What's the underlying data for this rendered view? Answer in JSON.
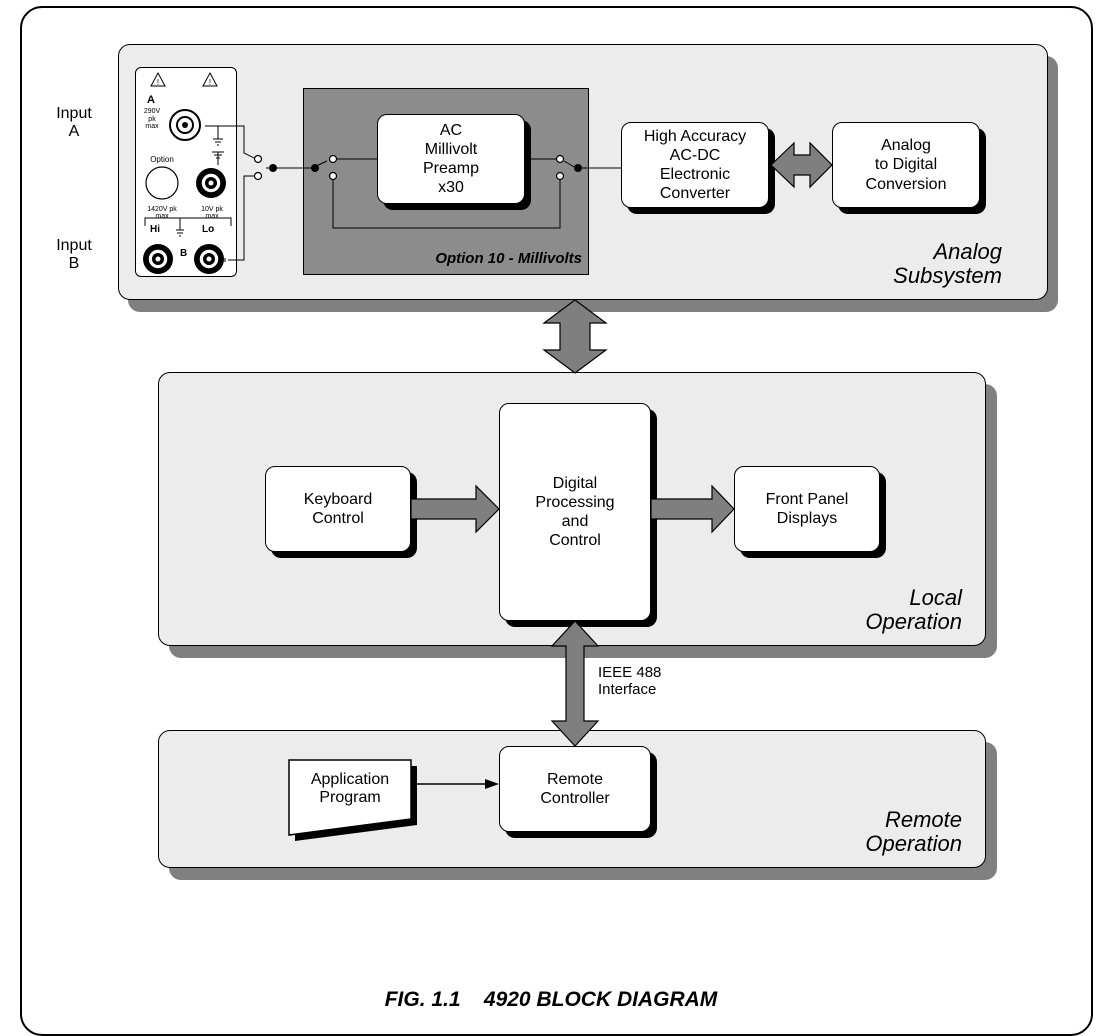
{
  "inputs": {
    "a": "Input\nA",
    "b": "Input\nB"
  },
  "front_panel": {
    "label_a": "A",
    "rating_a": "290V\npk\nmax",
    "option": "Option",
    "rating_hi": "1420V pk\nmax",
    "rating_lo": "10V pk\nmax",
    "hi": "Hi",
    "lo": "Lo",
    "label_b": "B"
  },
  "analog": {
    "title": "Analog\nSubsystem",
    "option_label": "Option 10 - Millivolts",
    "preamp": "AC\nMillivolt\nPreamp\nx30",
    "converter": "High Accuracy\nAC-DC\nElectronic\nConverter",
    "adc": "Analog\nto Digital\nConversion"
  },
  "local": {
    "title": "Local\nOperation",
    "keyboard": "Keyboard\nControl",
    "processing": "Digital\nProcessing\nand\nControl",
    "displays": "Front Panel\nDisplays"
  },
  "interface_label": "IEEE 488\nInterface",
  "remote": {
    "title": "Remote\nOperation",
    "application": "Application\nProgram",
    "controller": "Remote\nController"
  },
  "caption": "FIG. 1.1    4920 BLOCK DIAGRAM",
  "colors": {
    "panel": "#ececec",
    "shadow": "#808080",
    "option_box": "#8c8c8c",
    "arrow": "#7f7f7f"
  }
}
